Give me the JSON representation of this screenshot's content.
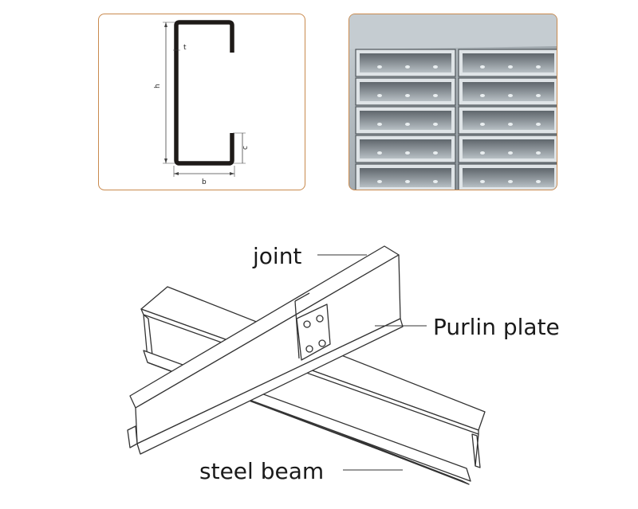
{
  "profile": {
    "dims": {
      "h": "h",
      "t": "t",
      "c": "c",
      "b": "b"
    }
  },
  "photo": {
    "alt": "Stack of galvanized C-channel purlins"
  },
  "assembly": {
    "labels": {
      "joint": "joint",
      "purlin_plate": "Purlin plate",
      "steel_beam": "steel beam"
    }
  },
  "colors": {
    "frame_border": "#c98a4e",
    "line": "#333333"
  }
}
